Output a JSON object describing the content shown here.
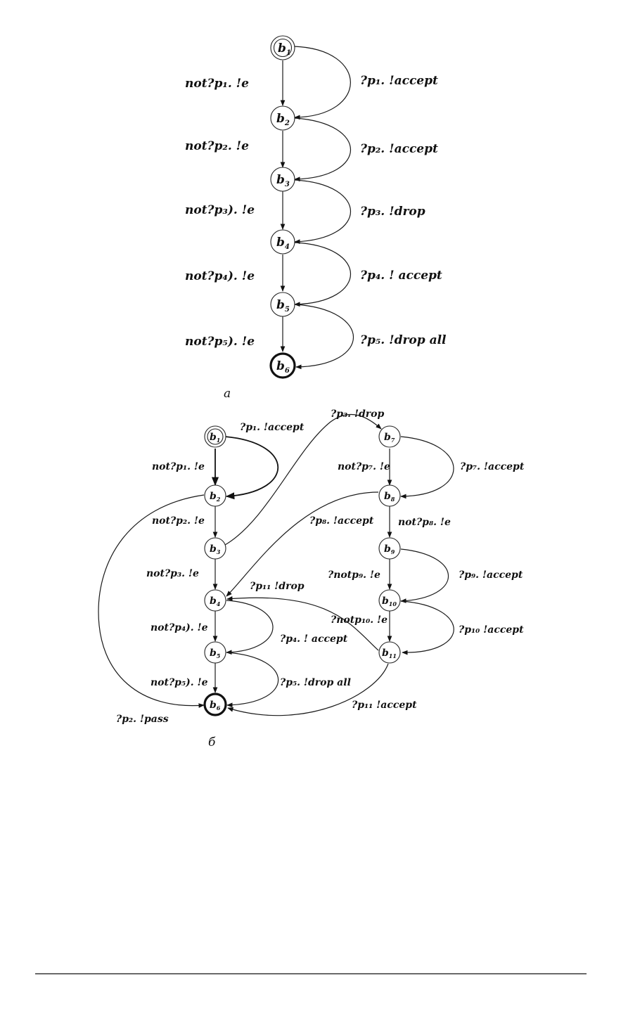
{
  "diagram_a": {
    "caption": "a",
    "nodes": [
      {
        "id": "b1",
        "label": "b",
        "sub": "1",
        "kind": "start"
      },
      {
        "id": "b2",
        "label": "b",
        "sub": "2",
        "kind": "normal"
      },
      {
        "id": "b3",
        "label": "b",
        "sub": "3",
        "kind": "normal"
      },
      {
        "id": "b4",
        "label": "b",
        "sub": "4",
        "kind": "normal"
      },
      {
        "id": "b5",
        "label": "b",
        "sub": "5",
        "kind": "normal"
      },
      {
        "id": "b6",
        "label": "b",
        "sub": "6",
        "kind": "final"
      }
    ],
    "edges": [
      {
        "from": "b1",
        "to": "b2",
        "label": "not?p₁. !e"
      },
      {
        "from": "b2",
        "to": "b3",
        "label": "not?p₂. !e"
      },
      {
        "from": "b3",
        "to": "b4",
        "label": "not?p₃). !e"
      },
      {
        "from": "b4",
        "to": "b5",
        "label": "not?p₄). !e"
      },
      {
        "from": "b5",
        "to": "b6",
        "label": "not?p₅). !e"
      },
      {
        "from": "b1",
        "to": "b2",
        "label": "?p₁. !accept",
        "curved": true
      },
      {
        "from": "b2",
        "to": "b3",
        "label": "?p₂. !accept",
        "curved": true
      },
      {
        "from": "b3",
        "to": "b4",
        "label": "?p₃. !drop",
        "curved": true
      },
      {
        "from": "b4",
        "to": "b5",
        "label": "?p₄. ! accept",
        "curved": true
      },
      {
        "from": "b5",
        "to": "b6",
        "label": "?p₅. !drop all",
        "curved": true
      }
    ]
  },
  "diagram_b": {
    "caption": "б",
    "nodes": [
      {
        "id": "b1",
        "label": "b",
        "sub": "1",
        "kind": "start"
      },
      {
        "id": "b2",
        "label": "b",
        "sub": "2",
        "kind": "normal"
      },
      {
        "id": "b3",
        "label": "b",
        "sub": "3",
        "kind": "normal"
      },
      {
        "id": "b4",
        "label": "b",
        "sub": "4",
        "kind": "normal"
      },
      {
        "id": "b5",
        "label": "b",
        "sub": "5",
        "kind": "normal"
      },
      {
        "id": "b6",
        "label": "b",
        "sub": "6",
        "kind": "final"
      },
      {
        "id": "b7",
        "label": "b",
        "sub": "7",
        "kind": "normal"
      },
      {
        "id": "b8",
        "label": "b",
        "sub": "8",
        "kind": "normal"
      },
      {
        "id": "b9",
        "label": "b",
        "sub": "9",
        "kind": "normal"
      },
      {
        "id": "b10",
        "label": "b",
        "sub": "10",
        "kind": "normal"
      },
      {
        "id": "b11",
        "label": "b",
        "sub": "11",
        "kind": "normal"
      }
    ],
    "edge_labels": {
      "b1_b2_straight": "not?p₁. !e",
      "b1_b2_loop": "?p₁. !accept",
      "b2_b3": "not?p₂. !e",
      "b2_b6": "?p₂. !pass",
      "b3_b4": "not?p₃. !e",
      "b3_b7": "?p₃. !drop",
      "b4_b5_straight": "not?p₄). !e",
      "b4_b5_loop": "?p₄. ! accept",
      "b5_b6_straight": "not?p₅). !e",
      "b5_b6_loop": "?p₅. !drop all",
      "b7_b8_straight": "not?p₇. !e",
      "b7_b8_loop": "?p₇. !accept",
      "b8_b4": "?p₈. !accept",
      "b8_b9": "not?p₈. !e",
      "b9_b10_straight": "?notp₉. !e",
      "b9_b10_loop": "?p₉. !accept",
      "b10_b11_straight": "?notp₁₀. !e",
      "b10_b11_loop": "?p₁₀ !accept",
      "b11_b4": "?p₁₁ !drop",
      "b11_b6": "?p₁₁ !accept"
    }
  }
}
